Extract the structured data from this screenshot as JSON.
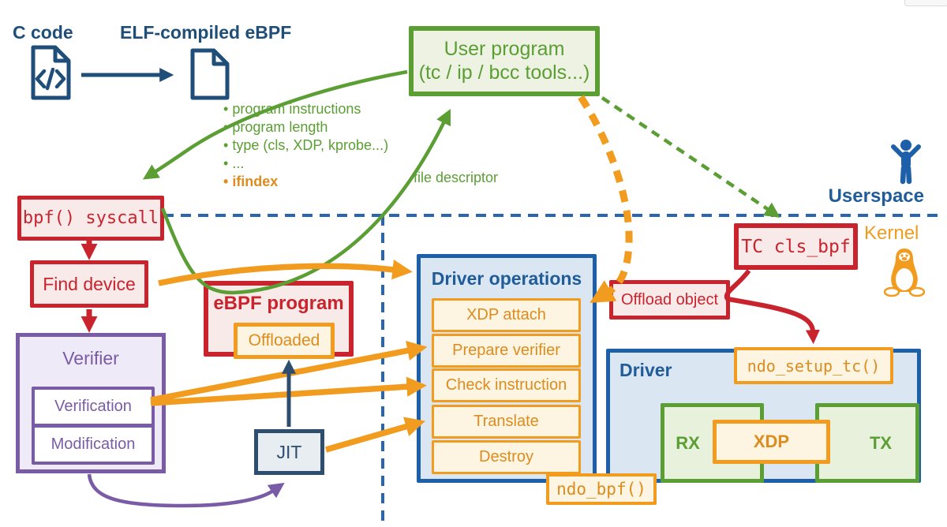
{
  "colors": {
    "red": "#c9242e",
    "red_fill": "#f9eaea",
    "green": "#5b9e34",
    "green_fill": "#edf2e3",
    "rx_fill": "#e7f1dc",
    "orange": "#f19b1f",
    "orange_text": "#dd8c1e",
    "cream": "#fdf4e2",
    "blue_border": "#1d5fa8",
    "blue_text": "#1f5c99",
    "blue_fill": "#dbe6f3",
    "slate": "#2d4e6f",
    "slate_fill": "#e8edf2",
    "purple": "#7a5ba6",
    "purple_fill": "#efeaf7",
    "dkblue": "#1f4e79",
    "boundary": "#2a66b0"
  },
  "header_icons": {
    "c_code": "C code",
    "elf": "ELF-compiled eBPF"
  },
  "user_program": {
    "line1": "User program",
    "line2": "(tc / ip / bcc tools...)"
  },
  "syscall_args": {
    "items": [
      "program instructions",
      "program length",
      "type (cls, XDP, kprobe...)",
      "..."
    ],
    "highlight": "ifindex"
  },
  "labels": {
    "file_descriptor": "file descriptor",
    "userspace": "Userspace",
    "kernel": "Kernel"
  },
  "boxes": {
    "bpf_syscall": "bpf() syscall",
    "find_device": "Find device",
    "verifier": {
      "title": "Verifier",
      "steps": [
        "Verification",
        "Modification"
      ]
    },
    "ebpf_program": {
      "title": "eBPF program",
      "badge": "Offloaded"
    },
    "jit": "JIT",
    "driver_operations": {
      "title": "Driver operations",
      "ops": [
        "XDP attach",
        "Prepare verifier",
        "Check instruction",
        "Translate",
        "Destroy"
      ]
    },
    "ndo_bpf": "ndo_bpf()",
    "tc_cls_bpf": "TC cls_bpf",
    "offload_object": "Offload object",
    "ndo_setup_tc": "ndo_setup_tc()",
    "driver": {
      "title": "Driver",
      "rx": "RX",
      "xdp": "XDP",
      "tx": "TX"
    }
  }
}
